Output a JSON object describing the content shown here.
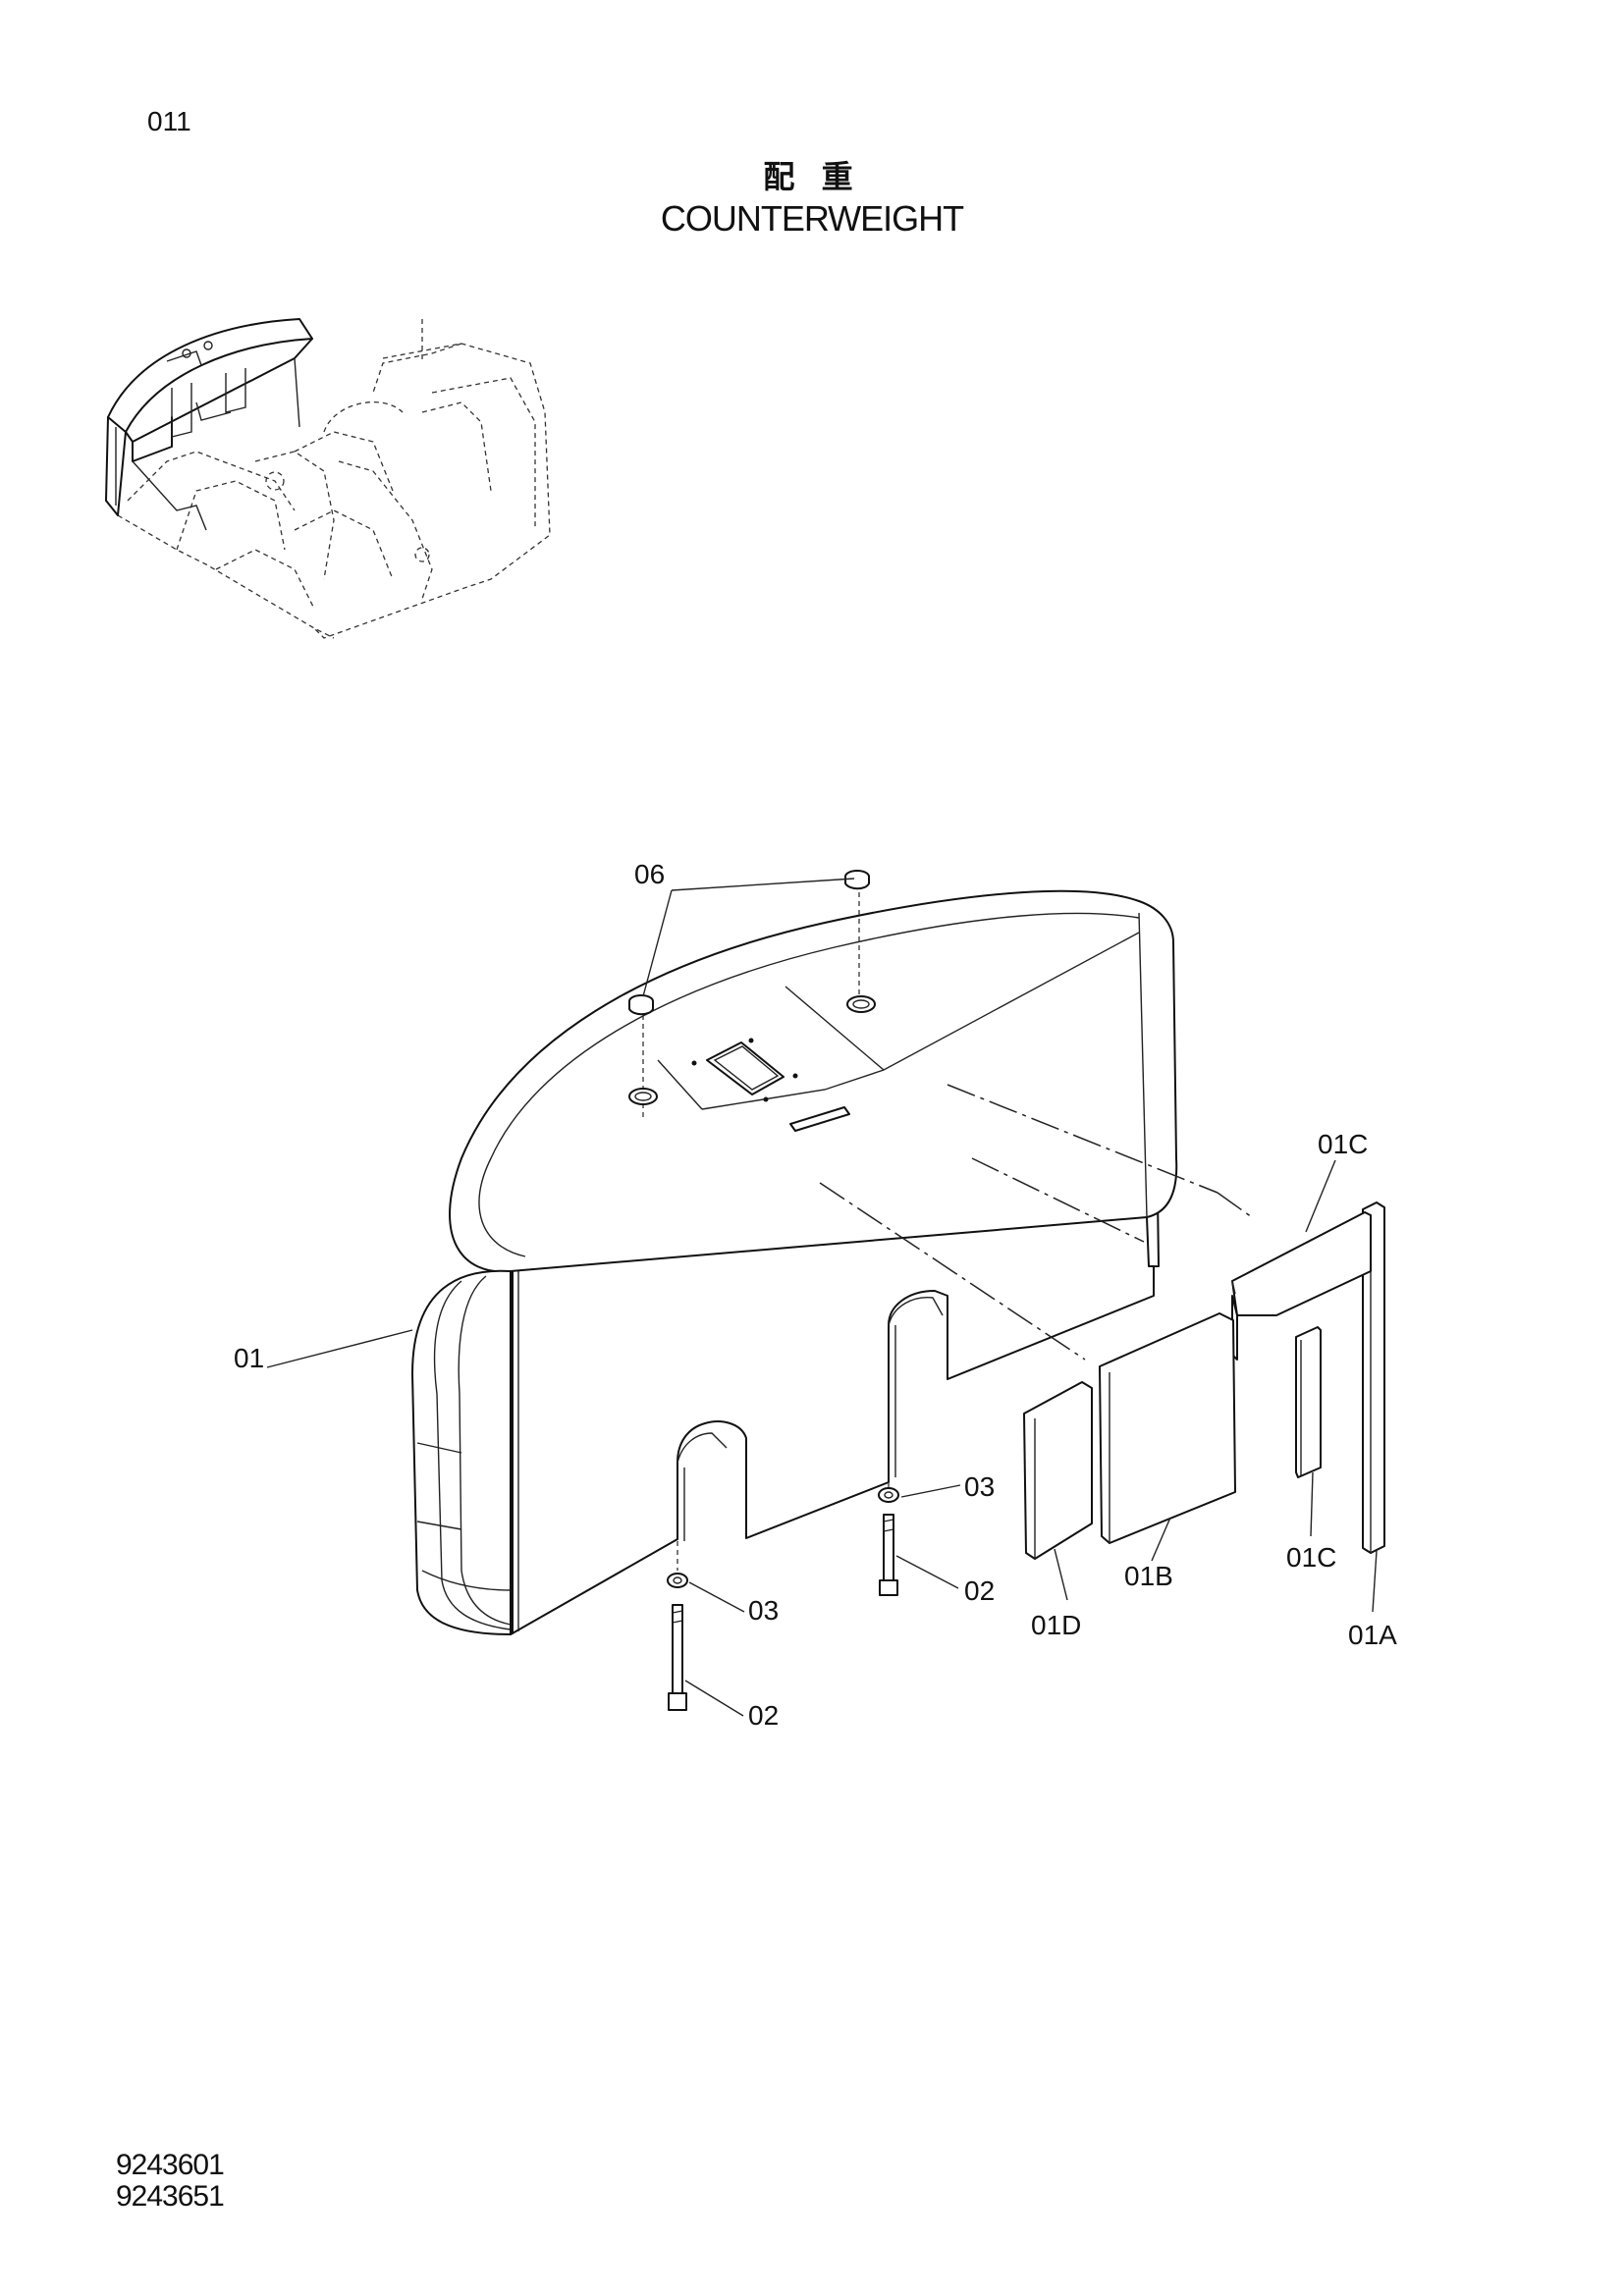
{
  "header": {
    "page_number": "011",
    "title_cn": "配 重",
    "title_en": "COUNTERWEIGHT"
  },
  "callouts": {
    "c06": "06",
    "c01": "01",
    "c01C_top": "01C",
    "c03_right": "03",
    "c02_right": "02",
    "c03_left": "03",
    "c02_left": "02",
    "c01D": "01D",
    "c01B": "01B",
    "c01C_bottom": "01C",
    "c01A": "01A"
  },
  "footer": {
    "part_numbers": [
      "9243601",
      "9243651"
    ]
  }
}
